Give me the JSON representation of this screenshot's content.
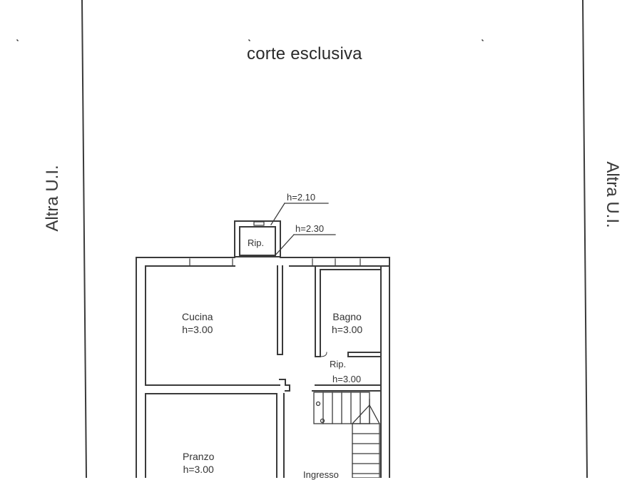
{
  "labels": {
    "top_area": "corte esclusiva",
    "left_neighbor": "Altra U.I.",
    "right_neighbor": "Altra U.I."
  },
  "rooms": {
    "rip_top": {
      "name": "Rip."
    },
    "cucina": {
      "name": "Cucina",
      "height": "h=3.00"
    },
    "bagno": {
      "name": "Bagno",
      "height": "h=3.00"
    },
    "rip_mid": {
      "name": "Rip.",
      "height": "h=3.00"
    },
    "pranzo": {
      "name": "Pranzo",
      "height": "h=3.00"
    },
    "ingresso": {
      "name": "Ingresso"
    }
  },
  "annotations": {
    "h_2_10": "h=2.10",
    "h_2_30": "h=2.30"
  },
  "colors": {
    "line": "#333333",
    "background": "#ffffff"
  }
}
